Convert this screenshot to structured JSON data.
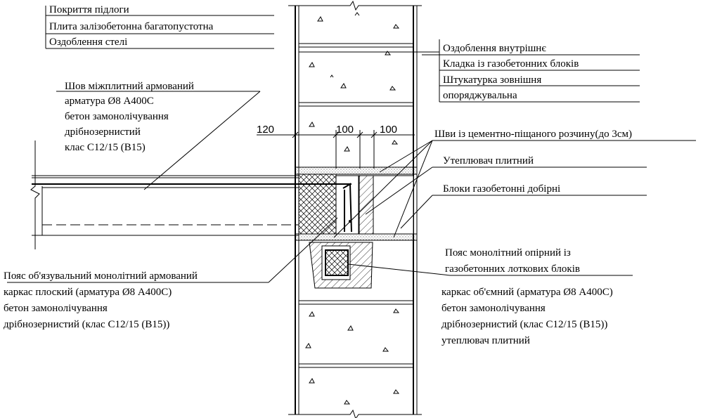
{
  "labels_top_left": {
    "floor_cover": "Покриття підлоги",
    "hollow_slab": "Плита залізобетонна багатопустотна",
    "ceiling_finish": "Оздоблення стелі"
  },
  "labels_top_right": {
    "inner_finish": "Оздоблення внутрішнє",
    "block_masonry": "Кладка із газобетонних блоків",
    "plaster_outer_1": "Штукатурка зовнішня",
    "plaster_outer_2": "опоряджувальна"
  },
  "seam_note": {
    "line1": "Шов міжплитний армований",
    "line2": "арматура Ø8 А400С",
    "line3": "бетон замонолічування",
    "line4": "дрібнозернистий",
    "line5": "клас С12/15 (В15)"
  },
  "dimensions": {
    "d1": "120",
    "d2": "100",
    "d3": "100"
  },
  "right_notes": {
    "mortar_joints": "Шви із цементно-піщаного розчину(до 3см)",
    "insulation": "Утеплювач плитний",
    "extra_blocks": "Блоки газобетонні добірні"
  },
  "support_belt": {
    "line1": "Пояс монолітний опірний із",
    "line2": "газобетонних лоткових блоків",
    "detail1": "каркас об'ємний (арматура Ø8 А400С)",
    "detail2": "бетон замонолічування",
    "detail3": "дрібнозернистий (клас С12/15 (В15))",
    "detail4": "утеплювач плитний"
  },
  "tie_belt": {
    "line1": "Пояс об'язувальний монолітний армований",
    "line2": "каркас плоский (арматура Ø8 А400С)",
    "line3": "бетон замонолічування",
    "line4": "дрібнозернистий (клас С12/15 (В15))"
  }
}
